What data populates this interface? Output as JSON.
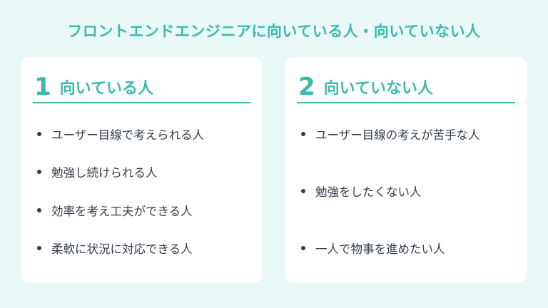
{
  "page": {
    "title": "フロントエンドエンジニアに向いている人・向いていない人"
  },
  "cards": [
    {
      "number": "1",
      "heading": "向いている人",
      "items": [
        "ユーザー目線で考えられる人",
        "勉強し続けられる人",
        "効率を考え工夫ができる人",
        "柔軟に状況に対応できる人"
      ]
    },
    {
      "number": "2",
      "heading": "向いていない人",
      "items": [
        "ユーザー目線の考えが苦手な人",
        "勉強をしたくない人",
        "一人で物事を進めたい人"
      ]
    }
  ],
  "colors": {
    "accent": "#3dbaae",
    "background": "#eaf8f8",
    "card": "#ffffff",
    "text": "#333c4a"
  }
}
